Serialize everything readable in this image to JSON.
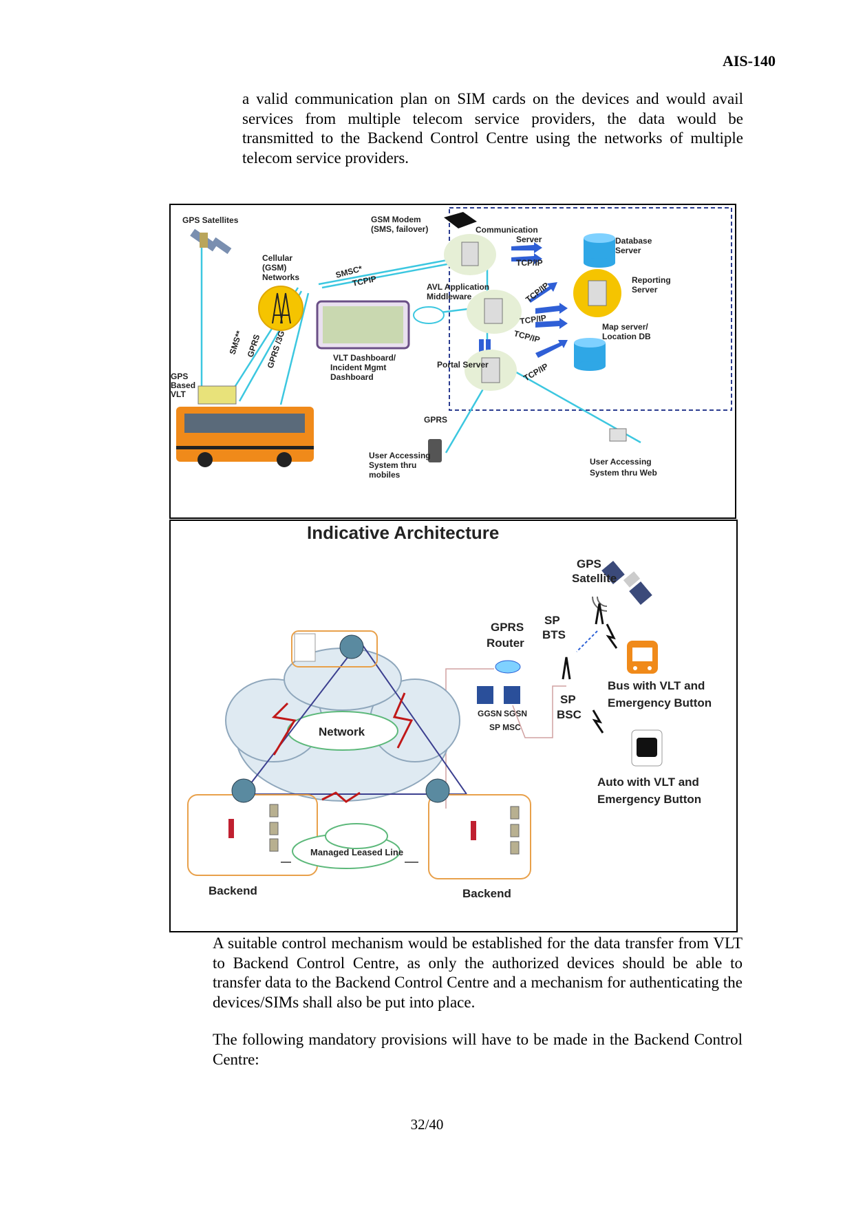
{
  "header": {
    "doc_id": "AIS-140"
  },
  "paragraphs": {
    "intro": "a valid communication plan on SIM cards on the devices and would avail services from multiple telecom service providers, the data would be transmitted to the Backend Control Centre using the networks of multiple telecom service providers.",
    "control": "A suitable control mechanism would be established for the data transfer from VLT to Backend Control Centre, as only the authorized devices should be able to transfer data to the Backend Control Centre and a mechanism for authenticating the devices/SIMs shall also be put into place.",
    "provisions": "The following mandatory provisions will have to be made in the Backend Control Centre:"
  },
  "figure1": {
    "gps_satellites": "GPS Satellites",
    "gsm_modem_1": "GSM Modem",
    "gsm_modem_2": "(SMS, failover)",
    "comm_server_1": "Communication",
    "comm_server_2": "Server",
    "db_server_1": "Database",
    "db_server_2": "Server",
    "cellular_1": "Cellular",
    "cellular_2": "(GSM)",
    "cellular_3": "Networks",
    "smsc": "SMSC*",
    "tcpip_cell": "TCPIP",
    "tcpip": "TCP/IP",
    "avl_1": "AVL Application",
    "avl_2": "Middleware",
    "reporting_1": "Reporting",
    "reporting_2": "Server",
    "map_server_1": "Map server/",
    "map_server_2": "Location DB",
    "sms_link": "SMS**",
    "gprs_link": "GPRS",
    "gprs3g_link": "GPRS /3G",
    "vlt_dash_1": "VLT Dashboard/",
    "vlt_dash_2": "Incident Mgmt",
    "vlt_dash_3": "Dashboard",
    "portal_server": "Portal Server",
    "gps_vlt_1": "GPS",
    "gps_vlt_2": "Based",
    "gps_vlt_3": "VLT",
    "gprs_mobile": "GPRS",
    "user_mobile_1": "User Accessing",
    "user_mobile_2": "System thru",
    "user_mobile_3": "mobiles",
    "user_web_1": "User Accessing",
    "user_web_2": "System thru Web"
  },
  "figure2": {
    "title": "Indicative Architecture",
    "gps_sat_1": "GPS",
    "gps_sat_2": "Satellite",
    "sp_bts_1": "SP",
    "sp_bts_2": "BTS",
    "gprs_router_1": "GPRS",
    "gprs_router_2": "Router",
    "bus_1": "Bus with VLT and",
    "bus_2": "Emergency Button",
    "ggsn": "GGSN",
    "sgsn": "SGSN",
    "sp_msc": "SP MSC",
    "sp_bsc_1": "SP",
    "sp_bsc_2": "BSC",
    "network": "Network",
    "auto_1": "Auto with VLT and",
    "auto_2": "Emergency Button",
    "leased_line": "Managed Leased Line",
    "backend_left": "Backend",
    "backend_right": "Backend"
  },
  "footer": {
    "page": "32/40"
  }
}
